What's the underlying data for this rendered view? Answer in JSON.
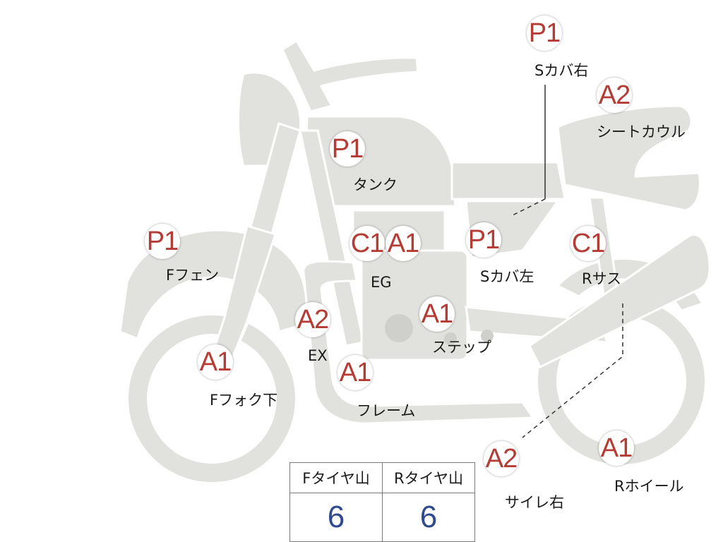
{
  "parts": [
    {
      "id": "s-cover-right",
      "grade": "P1",
      "label": "Sカバ右"
    },
    {
      "id": "seat-cowl",
      "grade": "A2",
      "label": "シートカウル"
    },
    {
      "id": "tank",
      "grade": "P1",
      "label": "タンク"
    },
    {
      "id": "front-fender",
      "grade": "P1",
      "label": "Fフェン"
    },
    {
      "id": "engine",
      "grade": "C1",
      "grade2": "A1",
      "label": "EG"
    },
    {
      "id": "s-cover-left",
      "grade": "P1",
      "label": "Sカバ左"
    },
    {
      "id": "rear-suspension",
      "grade": "C1",
      "label": "Rサス"
    },
    {
      "id": "exhaust",
      "grade": "A2",
      "label": "EX"
    },
    {
      "id": "step",
      "grade": "A1",
      "label": "ステップ"
    },
    {
      "id": "front-fork",
      "grade": "A1",
      "label": "Fフォク下"
    },
    {
      "id": "frame",
      "grade": "A1",
      "label": "フレーム"
    },
    {
      "id": "silencer-right",
      "grade": "A2",
      "label": "サイレ右"
    },
    {
      "id": "rear-wheel",
      "grade": "A1",
      "label": "Rホイール"
    }
  ],
  "tread_table": {
    "headers": [
      "Fタイヤ山",
      "Rタイヤ山"
    ],
    "values": [
      "6",
      "6"
    ]
  },
  "colors": {
    "body": "#e1e1de",
    "grade_text": "#b43c35",
    "table_value": "#2f4a8e"
  }
}
